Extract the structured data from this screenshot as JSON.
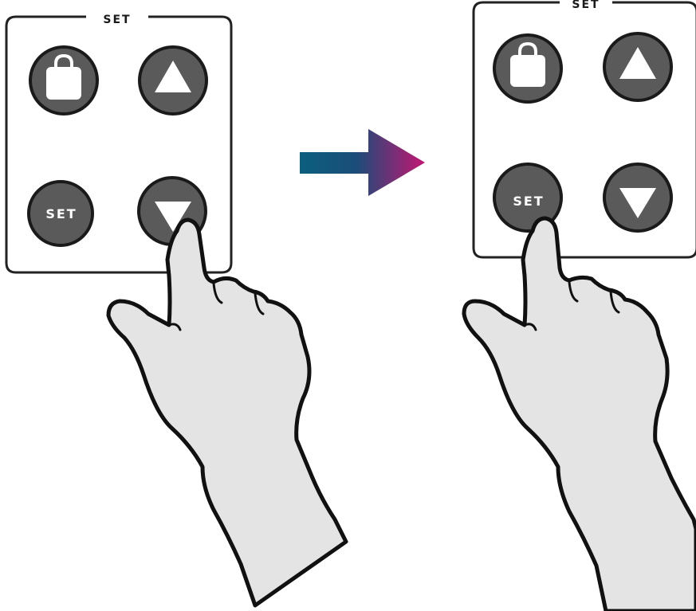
{
  "diagram": {
    "before": {
      "panel_title": "SET",
      "buttons": {
        "lock": {
          "icon": "lock-icon"
        },
        "up": {
          "icon": "triangle-up-icon"
        },
        "set": {
          "label": "SET"
        },
        "down": {
          "icon": "triangle-down-icon"
        }
      },
      "pressed_button": "down"
    },
    "after": {
      "panel_title": "SET",
      "buttons": {
        "lock": {
          "icon": "lock-icon"
        },
        "up": {
          "icon": "triangle-up-icon"
        },
        "set": {
          "label": "SET"
        },
        "down": {
          "icon": "triangle-down-icon"
        }
      },
      "pressed_button": "set"
    },
    "arrow": {
      "from_color": "#0c5f7e",
      "to_color": "#c41673"
    },
    "colors": {
      "button_fill": "#5a5a5a",
      "button_outline": "#1a1a1a",
      "icon_fill": "#ffffff",
      "hand_fill": "#e4e4e4",
      "hand_outline": "#111111",
      "panel_outline": "#222222"
    }
  }
}
